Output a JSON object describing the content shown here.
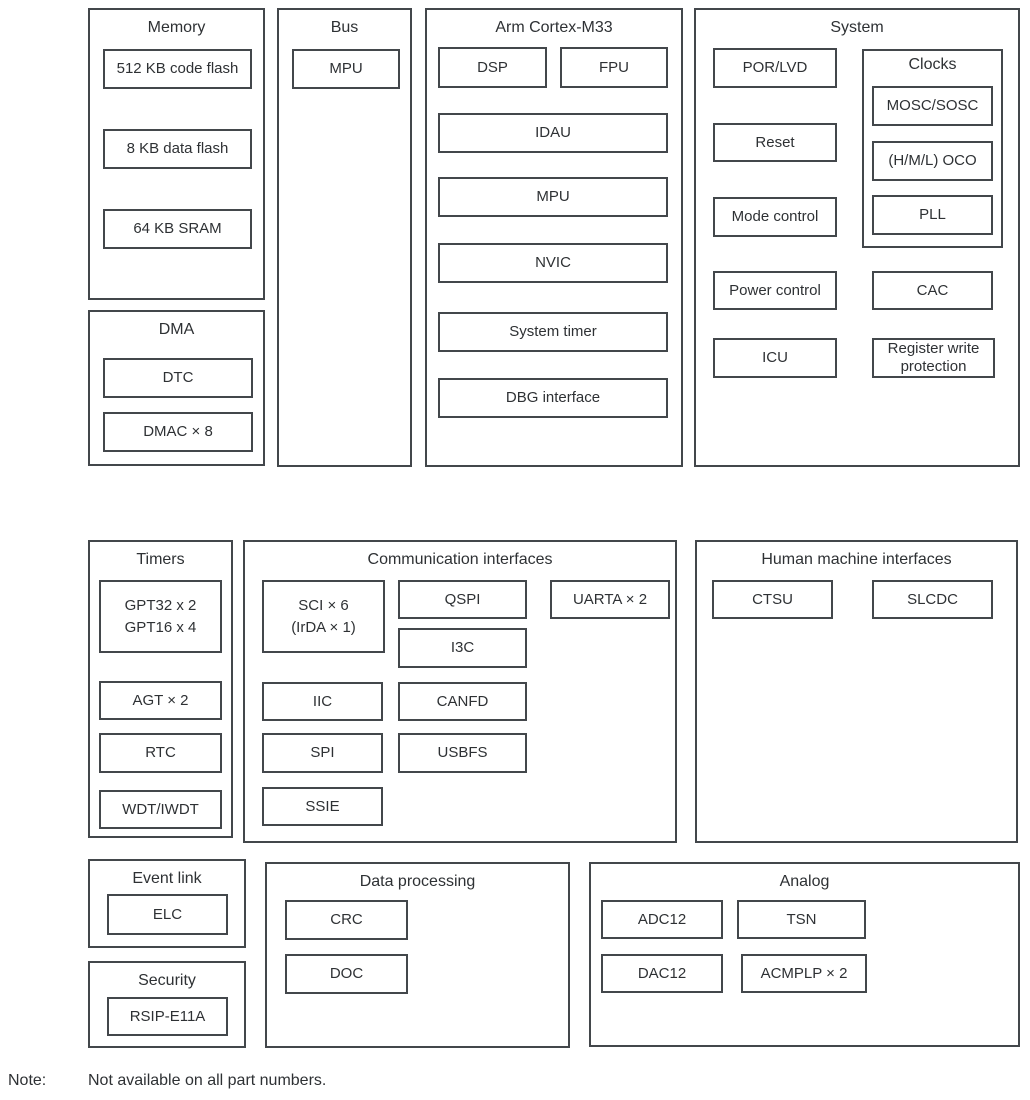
{
  "colors": {
    "border": "#43474b",
    "text": "#2e3134",
    "background": "#ffffff"
  },
  "note": {
    "label": "Note:",
    "text": "Not available on all part numbers."
  },
  "sections": {
    "memory": {
      "title": "Memory",
      "boxes": {
        "code_flash": "512 KB code flash",
        "data_flash": "8 KB data flash",
        "sram": "64 KB SRAM"
      }
    },
    "dma": {
      "title": "DMA",
      "boxes": {
        "dtc": "DTC",
        "dmac": "DMAC × 8"
      }
    },
    "bus": {
      "title": "Bus",
      "boxes": {
        "mpu": "MPU"
      }
    },
    "cortex": {
      "title": "Arm Cortex-M33",
      "boxes": {
        "dsp": "DSP",
        "fpu": "FPU",
        "idau": "IDAU",
        "mpu": "MPU",
        "nvic": "NVIC",
        "system_timer": "System timer",
        "dbg_interface": "DBG interface"
      }
    },
    "system": {
      "title": "System",
      "boxes": {
        "por_lvd": "POR/LVD",
        "reset": "Reset",
        "mode_control": "Mode control",
        "power_control": "Power control",
        "icu": "ICU",
        "cac": "CAC",
        "register_write_protection": "Register write protection"
      },
      "clocks": {
        "title": "Clocks",
        "boxes": {
          "mosc_sosc": "MOSC/SOSC",
          "oco": "(H/M/L) OCO",
          "pll": "PLL"
        }
      }
    },
    "timers": {
      "title": "Timers",
      "boxes": {
        "gpt": [
          "GPT32 x 2",
          "GPT16 x 4"
        ],
        "agt": "AGT × 2",
        "rtc": "RTC",
        "wdt": "WDT/IWDT"
      }
    },
    "comm": {
      "title": "Communication interfaces",
      "boxes": {
        "sci": [
          "SCI × 6",
          "(IrDA × 1)"
        ],
        "qspi": "QSPI",
        "uarta": "UARTA × 2",
        "i3c": "I3C",
        "iic": "IIC",
        "canfd": "CANFD",
        "spi": "SPI",
        "usbfs": "USBFS",
        "ssie": "SSIE"
      }
    },
    "hmi": {
      "title": "Human machine interfaces",
      "boxes": {
        "ctsu": "CTSU",
        "slcdc": "SLCDC"
      }
    },
    "event_link": {
      "title": "Event link",
      "boxes": {
        "elc": "ELC"
      }
    },
    "security": {
      "title": "Security",
      "boxes": {
        "rsip": "RSIP-E11A"
      }
    },
    "data_processing": {
      "title": "Data processing",
      "boxes": {
        "crc": "CRC",
        "doc": "DOC"
      }
    },
    "analog": {
      "title": "Analog",
      "boxes": {
        "adc12": "ADC12",
        "tsn": "TSN",
        "dac12": "DAC12",
        "acmplp": "ACMPLP × 2"
      }
    }
  }
}
